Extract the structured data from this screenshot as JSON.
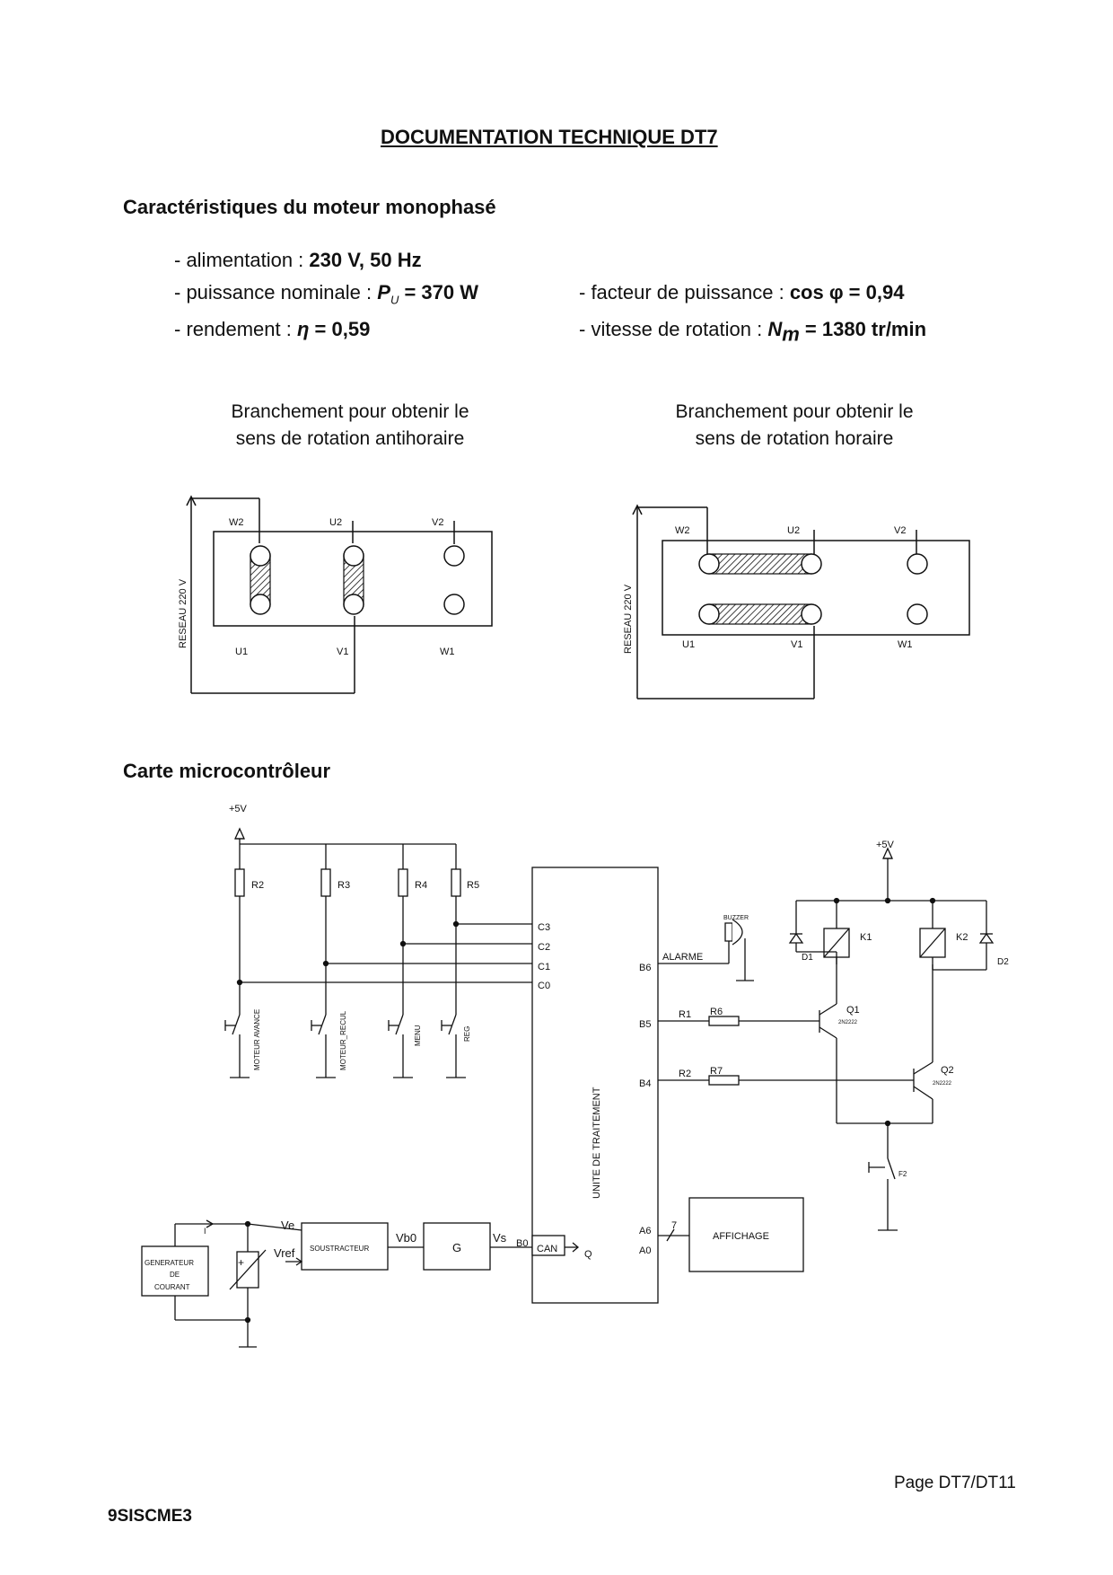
{
  "title": "DOCUMENTATION TECHNIQUE DT7",
  "motor": {
    "heading": "Caractéristiques du moteur monophasé",
    "alim_label": "- alimentation :",
    "alim_value": "230 V, 50 Hz",
    "puissance_label": "- puissance nominale :",
    "puissance_sym": "P",
    "puissance_sub": "U",
    "puissance_value": "= 370 W",
    "rendement_label": "- rendement :",
    "rendement_sym": "η",
    "rendement_value": "= 0,59",
    "facteur_label": "- facteur de puissance :",
    "facteur_value": "cos φ = 0,94",
    "vitesse_label": "- vitesse de rotation :",
    "vitesse_sym": "N",
    "vitesse_sub": "m",
    "vitesse_value": "= 1380 tr/min"
  },
  "wiring": {
    "left_caption_1": "Branchement pour obtenir le",
    "left_caption_2": "sens de rotation antihoraire",
    "right_caption_1": "Branchement pour obtenir le",
    "right_caption_2": "sens de rotation horaire",
    "reseau": "RESEAU 220 V",
    "terminals": [
      "W2",
      "U2",
      "V2",
      "U1",
      "V1",
      "W1"
    ]
  },
  "board": {
    "heading": "Carte microcontrôleur",
    "plus5v": "+5V",
    "resistors": [
      "R2",
      "R3",
      "R4",
      "R5",
      "R6",
      "R7",
      "R1",
      "R2"
    ],
    "buttons": [
      "MOTEUR AVANCE",
      "MOTEUR_RECUL",
      "MENU",
      "REG"
    ],
    "inputs": [
      "C3",
      "C2",
      "C1",
      "C0"
    ],
    "ports": [
      "B6",
      "B5",
      "B4",
      "A6",
      "A0",
      "B0"
    ],
    "unit": "UNITE DE TRAITEMENT",
    "buzzer": "BUZZER",
    "alarme": "ALARME",
    "relays": [
      "K1",
      "K2"
    ],
    "diodes": [
      "D1",
      "D2"
    ],
    "transistors": [
      "Q1",
      "Q2"
    ],
    "transistor_ref": "2N2222",
    "fuse": "F2",
    "affichage": "AFFICHAGE",
    "bus": "7",
    "generator": [
      "GENERATEUR",
      "DE",
      "COURANT"
    ],
    "current": "I",
    "ve": "Ve",
    "vref": "Vref",
    "soustracteur": "SOUSTRACTEUR",
    "vb0": "Vb0",
    "gain": "G",
    "vs": "Vs",
    "can": "CAN",
    "q": "Q"
  },
  "footer": {
    "page": "Page DT7/DT11",
    "code": "9SISCME3"
  }
}
